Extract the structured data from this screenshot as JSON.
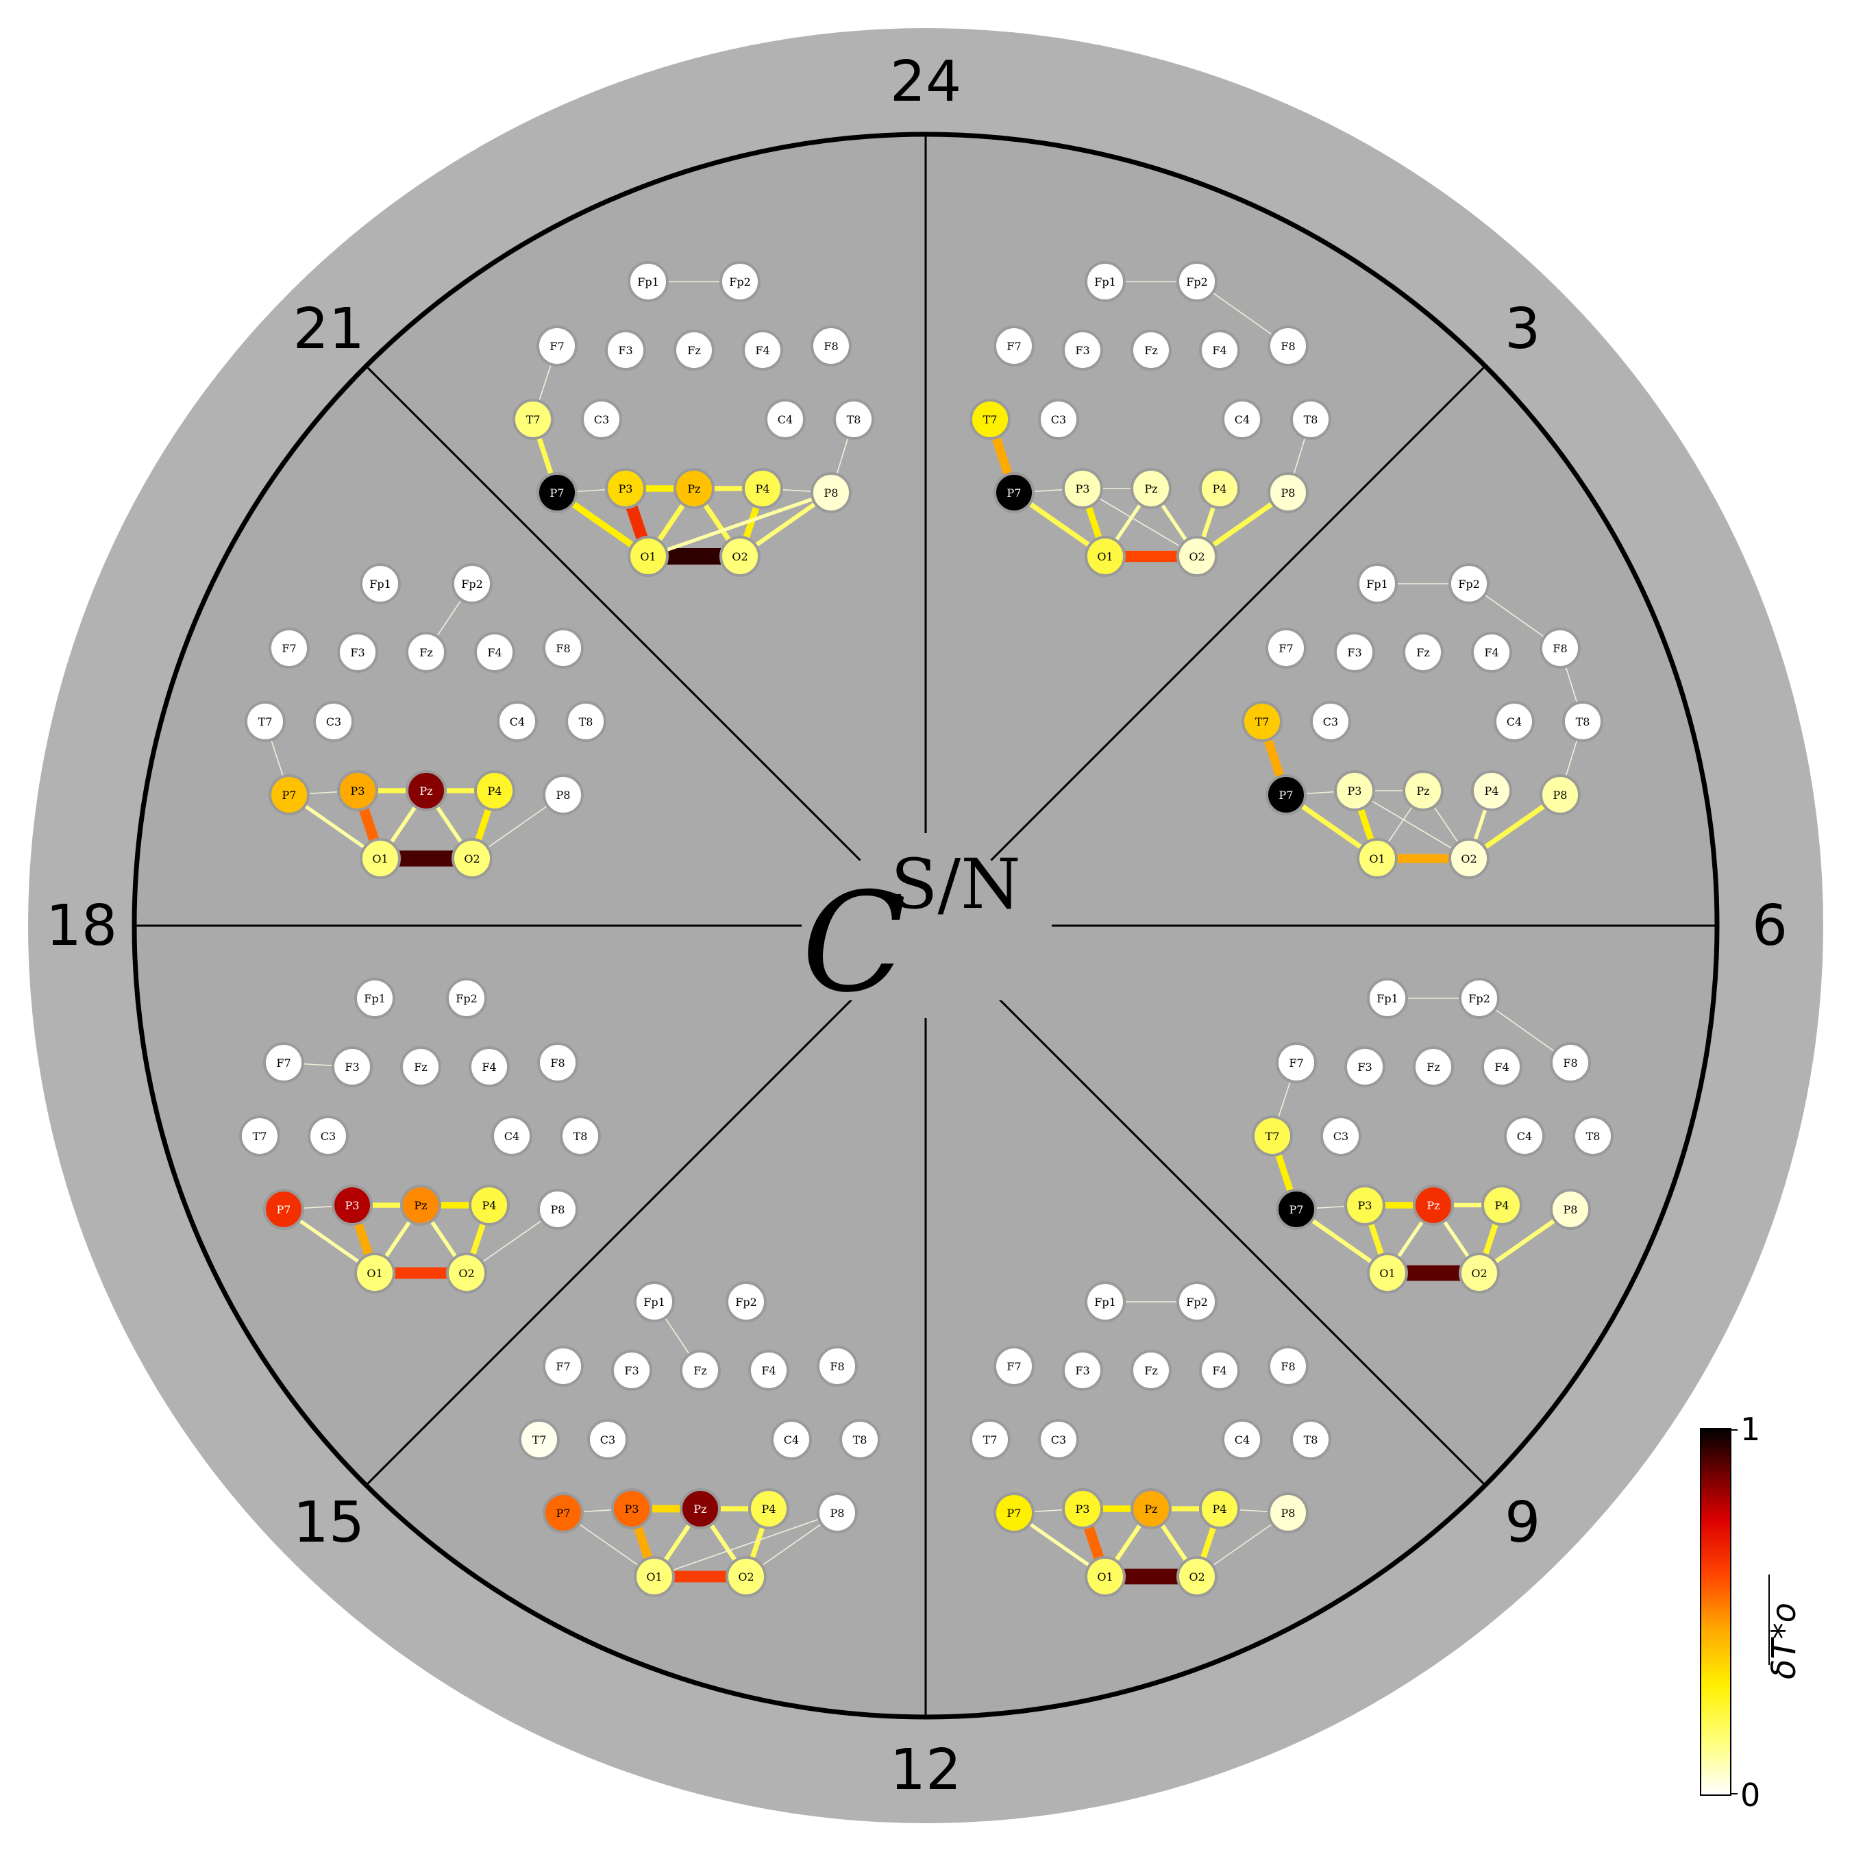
{
  "title": {
    "script": "C",
    "superscript": "S/N"
  },
  "hour_labels": [
    "24",
    "3",
    "6",
    "9",
    "12",
    "15",
    "18",
    "21"
  ],
  "colorbar": {
    "label": "δT*o",
    "tick_max": "1",
    "tick_min": "0",
    "colormap": [
      "#ffffff",
      "#ffff00",
      "#ffcc00",
      "#ff8800",
      "#ff3300",
      "#cc0000",
      "#660000",
      "#000000"
    ]
  },
  "colors": {
    "background_disc": "#b2b2b2",
    "inner_disc": "#aaaaaa",
    "node_border": "#9a9a9a",
    "divider": "#000000"
  },
  "electrode_labels": [
    "Fp1",
    "Fp2",
    "F7",
    "F3",
    "Fz",
    "F4",
    "F8",
    "T7",
    "C3",
    "C4",
    "T8",
    "P7",
    "P3",
    "Pz",
    "P4",
    "P8",
    "O1",
    "O2"
  ],
  "graphs": [
    {
      "sector": "24",
      "nodes": {
        "Fp1": 0,
        "Fp2": 0,
        "F7": 0,
        "F3": 0,
        "Fz": 0,
        "F4": 0,
        "F8": 0,
        "T7": 0.15,
        "C3": 0,
        "C4": 0,
        "T8": 0,
        "P7": 1.0,
        "P3": 0.35,
        "Pz": 0.4,
        "P4": 0.2,
        "P8": 0.05,
        "O1": 0.2,
        "O2": 0.15
      },
      "edges": [
        [
          "T7",
          "P7",
          0.2
        ],
        [
          "P7",
          "O1",
          0.3
        ],
        [
          "P3",
          "O1",
          0.65
        ],
        [
          "P3",
          "Pz",
          0.3
        ],
        [
          "Pz",
          "P4",
          0.2
        ],
        [
          "O1",
          "O2",
          0.95
        ],
        [
          "Pz",
          "O1",
          0.2
        ],
        [
          "Pz",
          "O2",
          0.2
        ],
        [
          "P4",
          "O2",
          0.3
        ],
        [
          "P8",
          "O2",
          0.15
        ],
        [
          "P8",
          "O1",
          0.1
        ],
        [
          "P7",
          "P3",
          0.05
        ],
        [
          "P4",
          "P8",
          0.05
        ],
        [
          "T8",
          "P8",
          0.05
        ],
        [
          "Fp1",
          "Fp2",
          0.05
        ],
        [
          "F7",
          "T7",
          0.05
        ]
      ]
    },
    {
      "sector": "3",
      "nodes": {
        "Fp1": 0,
        "Fp2": 0,
        "F7": 0,
        "F3": 0,
        "Fz": 0,
        "F4": 0,
        "F8": 0,
        "T7": 0.3,
        "C3": 0,
        "C4": 0,
        "T8": 0,
        "P7": 1.0,
        "P3": 0.08,
        "Pz": 0.08,
        "P4": 0.12,
        "P8": 0.05,
        "O1": 0.22,
        "O2": 0.06
      },
      "edges": [
        [
          "T7",
          "P7",
          0.45
        ],
        [
          "P7",
          "O1",
          0.2
        ],
        [
          "P3",
          "O1",
          0.3
        ],
        [
          "O1",
          "O2",
          0.6
        ],
        [
          "P4",
          "O2",
          0.15
        ],
        [
          "P8",
          "O2",
          0.2
        ],
        [
          "Pz",
          "O1",
          0.1
        ],
        [
          "Pz",
          "O2",
          0.1
        ],
        [
          "P3",
          "Pz",
          0.05
        ],
        [
          "P7",
          "P3",
          0.05
        ],
        [
          "P3",
          "O2",
          0.05
        ],
        [
          "T8",
          "P8",
          0.05
        ],
        [
          "Fp1",
          "Fp2",
          0.05
        ],
        [
          "Fp2",
          "F8",
          0.05
        ]
      ]
    },
    {
      "sector": "6",
      "nodes": {
        "Fp1": 0,
        "Fp2": 0,
        "F7": 0,
        "F3": 0,
        "Fz": 0,
        "F4": 0,
        "F8": 0,
        "T7": 0.38,
        "C3": 0,
        "C4": 0,
        "T8": 0,
        "P7": 1.0,
        "P3": 0.08,
        "Pz": 0.08,
        "P4": 0.05,
        "P8": 0.1,
        "O1": 0.15,
        "O2": 0.05
      },
      "edges": [
        [
          "T7",
          "P7",
          0.45
        ],
        [
          "P7",
          "O1",
          0.2
        ],
        [
          "P3",
          "O1",
          0.3
        ],
        [
          "O1",
          "O2",
          0.45
        ],
        [
          "P8",
          "O2",
          0.2
        ],
        [
          "P4",
          "O2",
          0.1
        ],
        [
          "Pz",
          "O1",
          0.08
        ],
        [
          "Pz",
          "O2",
          0.08
        ],
        [
          "P3",
          "Pz",
          0.05
        ],
        [
          "P7",
          "P3",
          0.05
        ],
        [
          "P3",
          "O2",
          0.05
        ],
        [
          "T8",
          "P8",
          0.05
        ],
        [
          "Fp1",
          "Fp2",
          0.05
        ],
        [
          "Fp2",
          "F8",
          0.05
        ],
        [
          "F8",
          "T8",
          0.05
        ]
      ]
    },
    {
      "sector": "9",
      "nodes": {
        "Fp1": 0,
        "Fp2": 0,
        "F7": 0,
        "F3": 0,
        "Fz": 0,
        "F4": 0,
        "F8": 0,
        "T7": 0.2,
        "C3": 0,
        "C4": 0,
        "T8": 0,
        "P7": 1.0,
        "P3": 0.2,
        "Pz": 0.65,
        "P4": 0.18,
        "P8": 0.05,
        "O1": 0.15,
        "O2": 0.12
      },
      "edges": [
        [
          "T7",
          "P7",
          0.3
        ],
        [
          "P7",
          "O1",
          0.15
        ],
        [
          "P3",
          "O1",
          0.25
        ],
        [
          "P3",
          "Pz",
          0.3
        ],
        [
          "Pz",
          "P4",
          0.15
        ],
        [
          "O1",
          "O2",
          0.9
        ],
        [
          "P4",
          "O2",
          0.25
        ],
        [
          "P8",
          "O2",
          0.15
        ],
        [
          "Pz",
          "O1",
          0.1
        ],
        [
          "Pz",
          "O2",
          0.1
        ],
        [
          "P7",
          "P3",
          0.05
        ],
        [
          "F7",
          "T7",
          0.05
        ],
        [
          "Fp1",
          "Fp2",
          0.05
        ],
        [
          "Fp2",
          "F8",
          0.05
        ]
      ]
    },
    {
      "sector": "12",
      "nodes": {
        "Fp1": 0,
        "Fp2": 0,
        "F7": 0,
        "F3": 0,
        "Fz": 0,
        "F4": 0,
        "F8": 0,
        "T7": 0,
        "C3": 0,
        "C4": 0,
        "T8": 0,
        "P7": 0.3,
        "P3": 0.25,
        "Pz": 0.45,
        "P4": 0.2,
        "P8": 0.05,
        "O1": 0.18,
        "O2": 0.15
      },
      "edges": [
        [
          "P3",
          "O1",
          0.55
        ],
        [
          "P3",
          "Pz",
          0.3
        ],
        [
          "Pz",
          "P4",
          0.2
        ],
        [
          "O1",
          "O2",
          0.9
        ],
        [
          "P4",
          "O2",
          0.25
        ],
        [
          "Pz",
          "O1",
          0.15
        ],
        [
          "Pz",
          "O2",
          0.15
        ],
        [
          "P7",
          "O1",
          0.1
        ],
        [
          "P8",
          "O2",
          0.08
        ],
        [
          "P7",
          "P3",
          0.05
        ],
        [
          "P4",
          "P8",
          0.05
        ],
        [
          "Fp1",
          "Fp2",
          0.05
        ]
      ]
    },
    {
      "sector": "15",
      "nodes": {
        "Fp1": 0,
        "Fp2": 0,
        "F7": 0,
        "F3": 0,
        "Fz": 0,
        "F4": 0,
        "F8": 0,
        "T7": 0.02,
        "C3": 0,
        "C4": 0,
        "T8": 0,
        "P7": 0.55,
        "P3": 0.55,
        "Pz": 0.85,
        "P4": 0.2,
        "P8": 0,
        "O1": 0.15,
        "O2": 0.15
      },
      "edges": [
        [
          "P3",
          "O1",
          0.45
        ],
        [
          "P3",
          "Pz",
          0.35
        ],
        [
          "Pz",
          "P4",
          0.2
        ],
        [
          "O1",
          "O2",
          0.62
        ],
        [
          "P4",
          "O2",
          0.2
        ],
        [
          "Pz",
          "O1",
          0.15
        ],
        [
          "Pz",
          "O2",
          0.15
        ],
        [
          "P7",
          "O1",
          0.08
        ],
        [
          "P8",
          "O1",
          0.05
        ],
        [
          "P8",
          "O2",
          0.05
        ],
        [
          "P7",
          "P3",
          0.05
        ],
        [
          "Fp1",
          "Fz",
          0.05
        ]
      ]
    },
    {
      "sector": "18",
      "nodes": {
        "Fp1": 0,
        "Fp2": 0,
        "F7": 0,
        "F3": 0,
        "Fz": 0,
        "F4": 0,
        "F8": 0,
        "T7": 0,
        "C3": 0,
        "C4": 0,
        "T8": 0,
        "P7": 0.65,
        "P3": 0.8,
        "Pz": 0.5,
        "P4": 0.22,
        "P8": 0,
        "O1": 0.15,
        "O2": 0.15
      },
      "edges": [
        [
          "P3",
          "O1",
          0.45
        ],
        [
          "P3",
          "Pz",
          0.2
        ],
        [
          "Pz",
          "P4",
          0.3
        ],
        [
          "O1",
          "O2",
          0.62
        ],
        [
          "P4",
          "O2",
          0.25
        ],
        [
          "Pz",
          "O1",
          0.12
        ],
        [
          "Pz",
          "O2",
          0.12
        ],
        [
          "P7",
          "O1",
          0.1
        ],
        [
          "P8",
          "O2",
          0.08
        ],
        [
          "P7",
          "P3",
          0.05
        ],
        [
          "F7",
          "F3",
          0.05
        ]
      ]
    },
    {
      "sector": "21",
      "nodes": {
        "Fp1": 0,
        "Fp2": 0,
        "F7": 0,
        "F3": 0,
        "Fz": 0,
        "F4": 0,
        "F8": 0,
        "T7": 0,
        "C3": 0,
        "C4": 0,
        "T8": 0,
        "P7": 0.4,
        "P3": 0.45,
        "Pz": 0.85,
        "P4": 0.25,
        "P8": 0,
        "O1": 0.15,
        "O2": 0.15
      },
      "edges": [
        [
          "P3",
          "O1",
          0.55
        ],
        [
          "P3",
          "Pz",
          0.2
        ],
        [
          "Pz",
          "P4",
          0.2
        ],
        [
          "O1",
          "O2",
          0.92
        ],
        [
          "P4",
          "O2",
          0.3
        ],
        [
          "Pz",
          "O1",
          0.12
        ],
        [
          "Pz",
          "O2",
          0.12
        ],
        [
          "P7",
          "O1",
          0.1
        ],
        [
          "P8",
          "O2",
          0.08
        ],
        [
          "P7",
          "P3",
          0.05
        ],
        [
          "T7",
          "P7",
          0.05
        ],
        [
          "Fp2",
          "Fz",
          0.05
        ]
      ]
    }
  ]
}
